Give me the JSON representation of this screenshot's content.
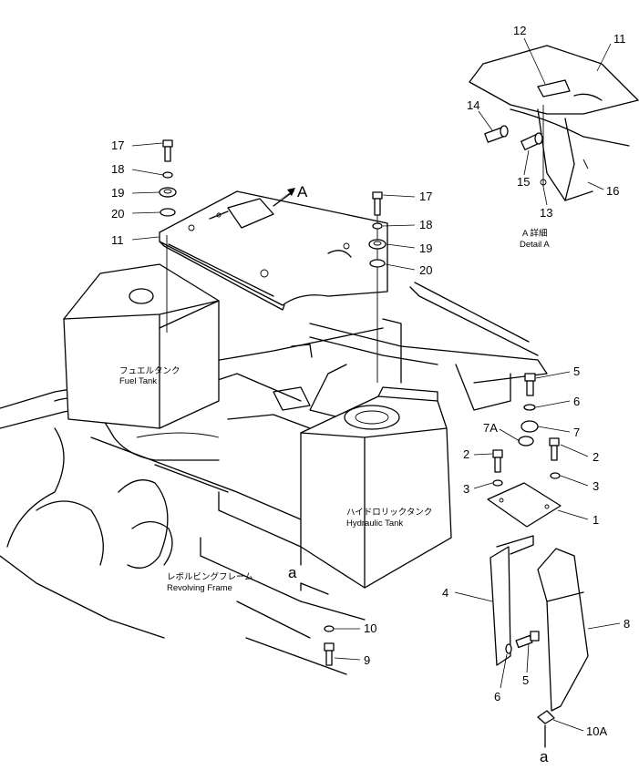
{
  "labels": {
    "fuel_tank_jp": "フュエルタンク",
    "fuel_tank_en": "Fuel Tank",
    "hydraulic_tank_jp": "ハイドロリックタンク",
    "hydraulic_tank_en": "Hydraulic Tank",
    "revolving_frame_jp": "レボルビングフレーム",
    "revolving_frame_en": "Revolving Frame",
    "detail_jp": "A 詳細",
    "detail_en": "Detail A",
    "view_arrow": "A",
    "section_a_top": "a",
    "section_a_bottom": "a"
  },
  "callouts": {
    "c1": "1",
    "c2a": "2",
    "c2b": "2",
    "c3a": "3",
    "c3b": "3",
    "c4": "4",
    "c5a": "5",
    "c5b": "5",
    "c6a": "6",
    "c6b": "6",
    "c7": "7",
    "c7a": "7A",
    "c8": "8",
    "c9": "9",
    "c10": "10",
    "c10a": "10A",
    "c11a": "11",
    "c11b": "11",
    "c12": "12",
    "c13": "13",
    "c14": "14",
    "c15": "15",
    "c16": "16",
    "c17a": "17",
    "c17b": "17",
    "c18a": "18",
    "c18b": "18",
    "c19a": "19",
    "c19b": "19",
    "c20a": "20",
    "c20b": "20"
  }
}
